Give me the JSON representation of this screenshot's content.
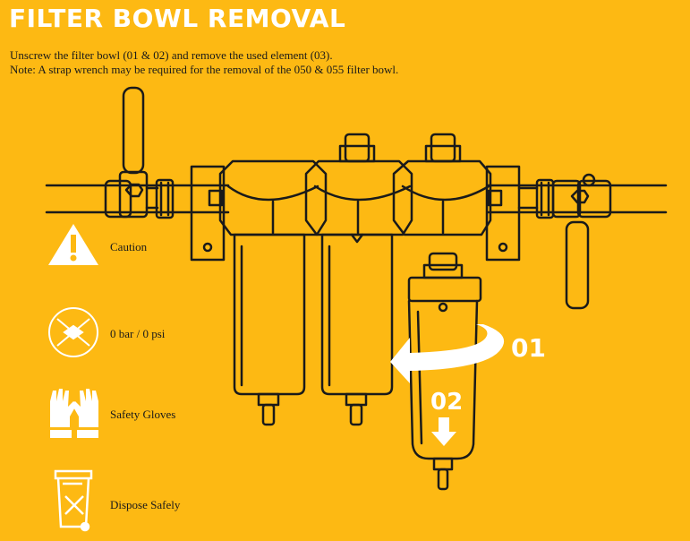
{
  "title": "FILTER BOWL REMOVAL",
  "instructions": {
    "line1": "Unscrew the filter bowl (01 & 02) and remove the used element (03).",
    "line2": "Note: A strap wrench may be required for the removal of the 050 & 055 filter bowl."
  },
  "legend": [
    {
      "icon": "caution-icon",
      "label": "Caution"
    },
    {
      "icon": "pressure-zero-icon",
      "label": "0 bar / 0 psi"
    },
    {
      "icon": "safety-gloves-icon",
      "label": "Safety Gloves"
    },
    {
      "icon": "dispose-bin-icon",
      "label": "Dispose Safely"
    }
  ],
  "steps": {
    "rotate": "01",
    "pull_down": "02"
  },
  "colors": {
    "background": "#fdb913",
    "line": "#1a1a1a",
    "white": "#ffffff"
  }
}
